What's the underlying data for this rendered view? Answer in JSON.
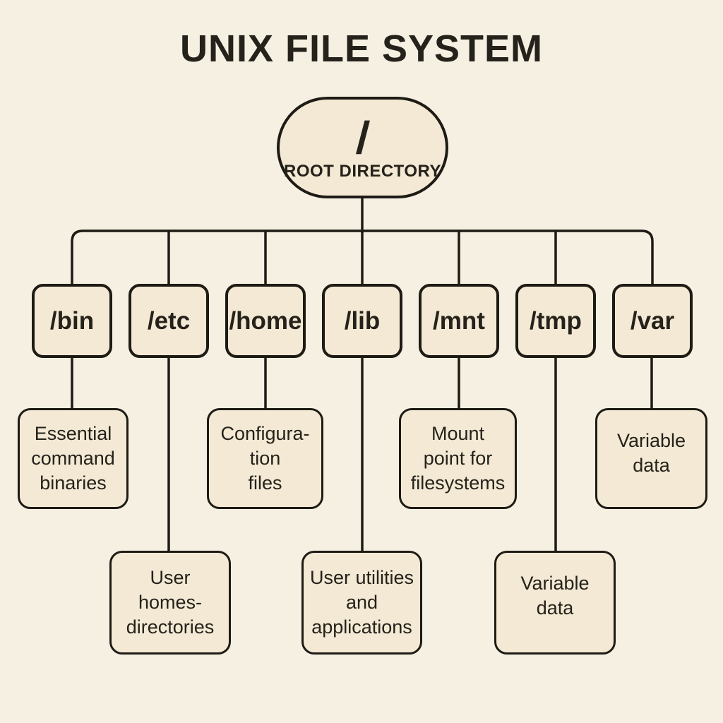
{
  "title": "UNIX FILE SYSTEM",
  "root": {
    "symbol": "/",
    "label": "ROOT DIRECTORY"
  },
  "directories": [
    {
      "name": "/bin",
      "description": "Essential\ncommand\nbinaries"
    },
    {
      "name": "/etc",
      "description": "User\nhomes-\ndirectories"
    },
    {
      "name": "/home",
      "description": "Configura-\ntion\nfiles"
    },
    {
      "name": "/lib",
      "description": "User utilities\nand\napplications"
    },
    {
      "name": "/mnt",
      "description": "Mount\npoint for\nfilesystems"
    },
    {
      "name": "/tmp",
      "description": "Variable\ndata"
    },
    {
      "name": "/var",
      "description": "Variable\ndata"
    }
  ],
  "colors": {
    "background": "#f5f0e2",
    "box_fill": "#f3e9d4",
    "line": "#1e1b15",
    "text": "#25221b"
  }
}
